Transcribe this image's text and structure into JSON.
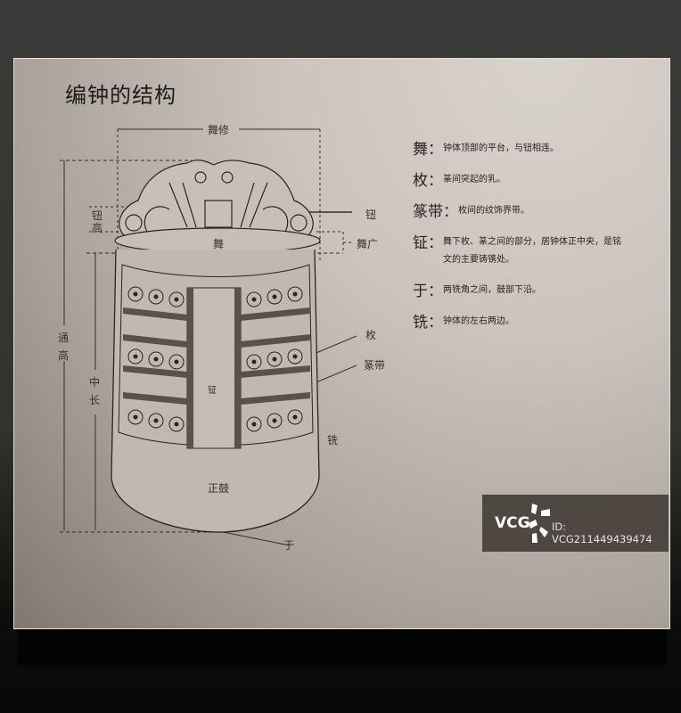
{
  "panel": {
    "title": "编钟的结构"
  },
  "diagram_labels": {
    "wu_xiu": "舞修",
    "niu_gao_1": "钮",
    "niu_gao_2": "高",
    "niu": "钮",
    "wu": "舞",
    "wu_guang": "舞广",
    "tong_gao_1": "通",
    "tong_gao_2": "高",
    "zhong_chang_1": "中",
    "zhong_chang_2": "长",
    "mei": "枚",
    "zhuan_dai": "篆带",
    "zheng": "钲",
    "xian": "铣",
    "zheng_gu": "正鼓",
    "yu": "于"
  },
  "legend": [
    {
      "term": "舞：",
      "definition": "钟体顶部的平台，与钮相连。"
    },
    {
      "term": "枚：",
      "definition": "篆间突起的乳。"
    },
    {
      "term": "篆带：",
      "definition": "枚间的纹饰界带。"
    },
    {
      "term": "钲：",
      "definition": "舞下枚、篆之间的部分，居钟体正中央，是铭文的主要铸镌处。"
    },
    {
      "term": "于：",
      "definition": "两铣角之间，鼓部下沿。"
    },
    {
      "term": "铣：",
      "definition": "钟体的左右两边。"
    }
  ],
  "watermark": {
    "logo": "VCG",
    "id": "ID: VCG211449439474"
  },
  "colors": {
    "wall": "#363733",
    "panel": "#cbc4bd",
    "line_art": "#2b2421",
    "label_text": "#3d3028",
    "watermark_bg": "#463f3a"
  }
}
